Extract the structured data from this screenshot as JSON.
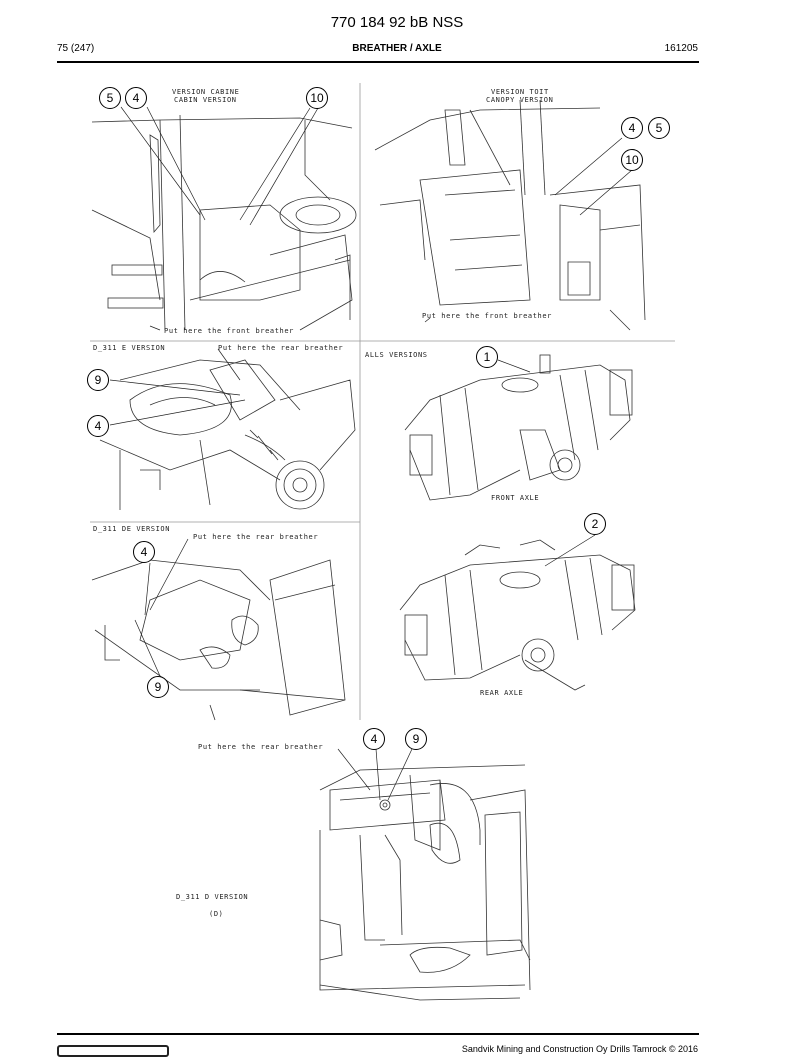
{
  "header": {
    "doc_number": "770 184 92 bB NSS",
    "page": "75 (247)",
    "section": "BREATHER / AXLE",
    "code": "161205"
  },
  "labels": {
    "version_cabine": "VERSION CABINE",
    "cabin_version": "CABIN VERSION",
    "version_toit": "VERSION TOIT",
    "canopy_version": "CANOPY VERSION",
    "front_breather_1": "Put here the front breather",
    "front_breather_2": "Put here the front breather",
    "d311e_version": "D_311 E VERSION",
    "rear_breather_1": "Put here the rear breather",
    "alls_versions": "ALLS VERSIONS",
    "front_axle": "FRONT AXLE",
    "d311de_version": "D_311 DE VERSION",
    "rear_breather_2": "Put here the rear breather",
    "rear_axle": "REAR AXLE",
    "rear_breather_3": "Put here the rear breather",
    "d311d_version": "D_311 D VERSION",
    "d311d_sub": "(D)"
  },
  "callouts": {
    "c5a": "5",
    "c4a": "4",
    "c10a": "10",
    "c4b": "4",
    "c5b": "5",
    "c10b": "10",
    "c9a": "9",
    "c4c": "4",
    "c1": "1",
    "c4d": "4",
    "c2": "2",
    "c9b": "9",
    "c4e": "4",
    "c9c": "9"
  },
  "footer": {
    "copyright": "Sandvik Mining and Construction Oy Drills Tamrock © 2016"
  }
}
